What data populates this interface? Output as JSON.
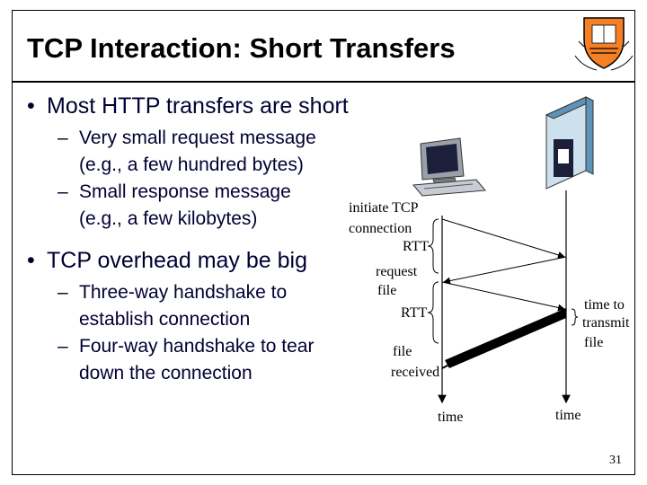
{
  "slide": {
    "title": "TCP Interaction: Short Transfers",
    "page_number": "31"
  },
  "bullets": [
    {
      "text": "Most HTTP transfers are short",
      "subs": [
        [
          "Very small request message",
          "(e.g., a few hundred bytes)"
        ],
        [
          "Small response message",
          "(e.g., a few kilobytes)"
        ]
      ]
    },
    {
      "text": "TCP overhead may be big",
      "subs": [
        [
          "Three-way handshake to",
          "establish connection"
        ],
        [
          "Four-way handshake to tear",
          "down the connection"
        ]
      ]
    }
  ],
  "diagram": {
    "initiate_line1": "initiate TCP",
    "initiate_line2": "connection",
    "rtt1": "RTT",
    "request_line1": "request",
    "request_line2": "file",
    "rtt2": "RTT",
    "received_line1": "file",
    "received_line2": "received",
    "time_to_line1": "time to",
    "time_to_line2": "transmit",
    "time_to_line3": "file",
    "client_time": "time",
    "server_time": "time",
    "client_icon": "computer-icon",
    "server_icon": "server-icon",
    "logo": "princeton-shield-logo"
  }
}
